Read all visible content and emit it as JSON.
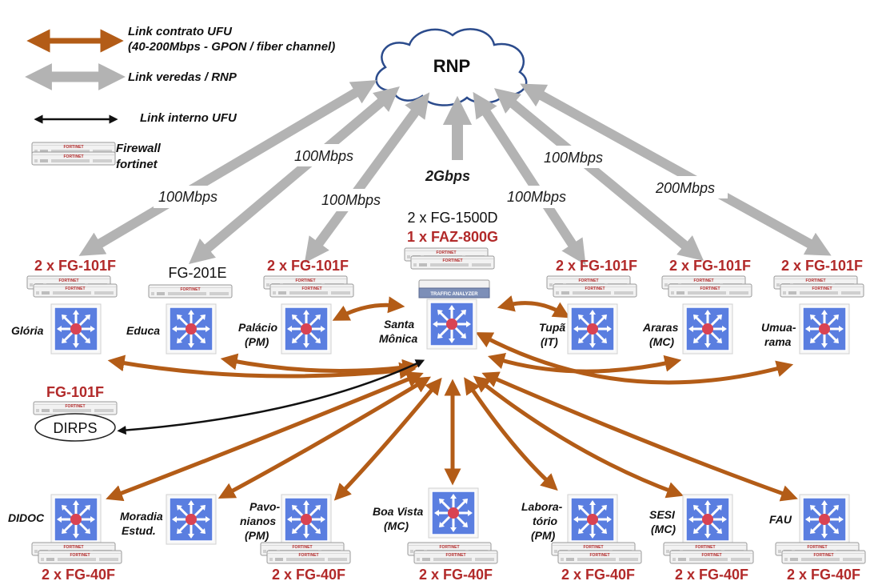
{
  "legend": {
    "contract_line1": "Link contrato UFU",
    "contract_line2": "(40-200Mbps - GPON / fiber channel)",
    "veredas": "Link veredas / RNP",
    "interno": "Link interno UFU",
    "firewall_line1": "Firewall",
    "firewall_line2": "fortinet"
  },
  "cloud_label": "RNP",
  "speeds": {
    "gloria": "100Mbps",
    "educa": "100Mbps",
    "palacio": "100Mbps",
    "core": "2Gbps",
    "tupa": "100Mbps",
    "araras": "100Mbps",
    "umuarama": "200Mbps"
  },
  "fortinet_brand": "F⚀RTINET",
  "traffic_analyzer": "TRAFFIC ANALYZER",
  "core": {
    "fw_line1": "2 x FG-1500D",
    "fw_line2": "1 x FAZ-800G",
    "site_line1": "Santa",
    "site_line2": "Mônica"
  },
  "top_sites": {
    "gloria": {
      "name": "Glória",
      "fw": "2 x FG-101F"
    },
    "educa": {
      "name": "Educa",
      "fw": "FG-201E"
    },
    "palacio": {
      "name1": "Palácio",
      "name2": "(PM)",
      "fw": "2 x FG-101F"
    },
    "tupa": {
      "name1": "Tupã",
      "name2": "(IT)",
      "fw": "2 x FG-101F"
    },
    "araras": {
      "name1": "Araras",
      "name2": "(MC)",
      "fw": "2 x FG-101F"
    },
    "umuarama": {
      "name1": "Umua-",
      "name2": "rama",
      "fw": "2 x FG-101F"
    }
  },
  "dirps": {
    "fw": "FG-101F",
    "name": "DIRPS"
  },
  "bottom_sites": {
    "didoc": {
      "name": "DIDOC",
      "fw": "2 x FG-40F"
    },
    "moradia": {
      "name1": "Moradia",
      "name2": "Estud."
    },
    "pavonianos": {
      "name1": "Pavo-",
      "name2": "nianos",
      "name3": "(PM)",
      "fw": "2 x FG-40F"
    },
    "boavista": {
      "name1": "Boa Vista",
      "name2": "(MC)",
      "fw": "2 x FG-40F"
    },
    "laboratorio": {
      "name1": "Labora-",
      "name2": "tório",
      "name3": "(PM)",
      "fw": "2 x FG-40F"
    },
    "sesi": {
      "name1": "SESI",
      "name2": "(MC)",
      "fw": "2 x FG-40F"
    },
    "fau": {
      "name": "FAU",
      "fw": "2 x FG-40F"
    }
  },
  "colors": {
    "contract": "#b35c17",
    "veredas": "#b3b3b3",
    "interno": "#111111",
    "switch_fill": "#5a7ee0",
    "fw_red": "#b22a2a"
  }
}
